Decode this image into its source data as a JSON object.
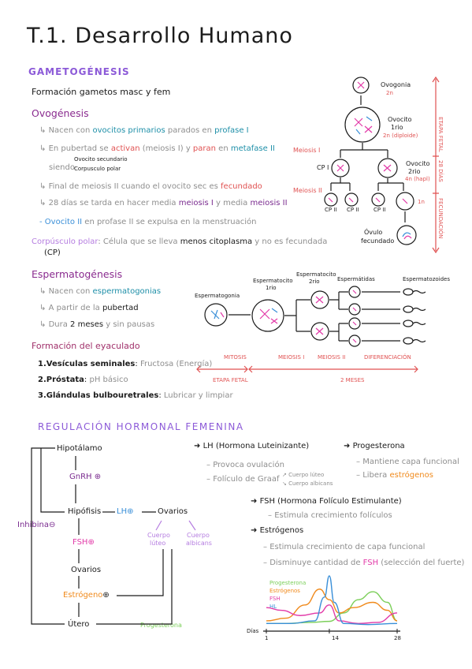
{
  "title": "T.1. Desarrollo Humano",
  "gametogenesis": {
    "heading": "GAMETOGÉNESIS",
    "intro": "Formación gametos masc y fem",
    "oogenesis": {
      "heading": "Ovogénesis",
      "line1": {
        "a": "Nacen con ",
        "b": "ovocitos primarios",
        "c": " parados en ",
        "d": "profase I"
      },
      "line2": {
        "a": "En pubertad se ",
        "b": "activan",
        "c": " (meiosis I) y ",
        "d": "paran",
        "e": " en ",
        "f": "metafase II"
      },
      "line2_branch1": "Ovocito secundario",
      "line2_branch2": "Corpusculo polar",
      "line2_siendo": "siendo",
      "line3": {
        "a": "Final de meiosis II cuando el ovocito sec es ",
        "b": "fecundado"
      },
      "line4": {
        "a": "28 días se tarda en hacer media ",
        "b": "meiosis I",
        "c": " y media ",
        "d": "meiosis II"
      },
      "line5": {
        "a": "Ovocito II",
        "b": " en profase II se expulsa en la menstruación"
      },
      "polar": {
        "a": "Corpúsculo polar",
        "b": ": Célula que se lleva ",
        "c": "menos citoplasma",
        "d": " y no es fecundada"
      },
      "polar_abbr": "(CP)"
    },
    "oogenesis_diagram": {
      "oogonia": "Ovogonia",
      "oogonia_n": "2n",
      "oocyte1": "Ovocito\n1rio",
      "oocyte1_label_a": "Ovocito",
      "oocyte1_label_b": "1rio",
      "oocyte1_n": "2n (diploide)",
      "meiosis1": "Meiosis I",
      "meiosis2": "Meiosis II",
      "cp1": "CP I",
      "oocyte2_a": "Ovocito",
      "oocyte2_b": "2rio",
      "oocyte2_n": "4n (hapl)",
      "cp2a": "CP II",
      "cp2b": "CP II",
      "cp2c": "CP II",
      "n1": "1n",
      "ovum_a": "Óvulo",
      "ovum_b": "fecundado",
      "stage_fetal": "ETAPA FETAL",
      "stage_28": "28 DÍAS",
      "stage_fec": "FECUNDACIÓN"
    },
    "spermatogenesis": {
      "heading": "Espermatogénesis",
      "line1": {
        "a": "Nacen con ",
        "b": "espermatogonias"
      },
      "line2": {
        "a": "A partir de la ",
        "b": "pubertad"
      },
      "line3": {
        "a": "Dura ",
        "b": "2 meses",
        "c": " y sin pausas"
      }
    },
    "sperm_diagram": {
      "spermatogonia": "Espermatogonia",
      "sc1_a": "Espermatocito",
      "sc1_b": "1rio",
      "sc2_a": "Espermatocito",
      "sc2_b": "2rio",
      "spermatids": "Espermátidas",
      "spermatozoa": "Espermatozoides",
      "mitosis": "MITOSIS",
      "meiosis1": "MEIOSIS I",
      "meiosis2": "MEIOSIS II",
      "differentiation": "DIFERENCIACIÓN",
      "stage_fetal": "ETAPA FETAL",
      "stage_2m": "2 MESES"
    },
    "ejaculate": {
      "heading": "Formación del eyaculado",
      "items": [
        {
          "num": "1.",
          "name": "Vesículas seminales",
          "colon": ": ",
          "desc": "Fructosa (Energía)"
        },
        {
          "num": "2.",
          "name": "Próstata",
          "colon": ": ",
          "desc": "pH básico"
        },
        {
          "num": "3.",
          "name": "Glándulas bulbouretrales",
          "colon": ": ",
          "desc": "Lubricar y limpiar"
        }
      ]
    }
  },
  "hormonal": {
    "heading": "REGULACIÓN HORMONAL FEMENINA",
    "flow": {
      "hypothalamus": "Hipotálamo",
      "gnrh": "GnRH",
      "pituitary": "Hipófisis",
      "lh": "LH",
      "ovaries_right": "Ovarios",
      "fsh": "FSH",
      "ovaries": "Ovarios",
      "estrogen": "Estrógeno",
      "uterus": "Útero",
      "inhibin": "Inhibina",
      "corpus_luteum_a": "Cuerpo",
      "corpus_luteum_b": "lúteo",
      "corpus_albicans_a": "Cuerpo",
      "corpus_albicans_b": "albicans",
      "progesterone": "Progesterona"
    },
    "lh_block": {
      "heading": "LH (Hormona Luteinizante)",
      "items": [
        "Provoca ovulación",
        "Folículo de Graaf"
      ],
      "graaf_a": "Cuerpo lúteo",
      "graaf_b": "Cuerpo albicans"
    },
    "prog_block": {
      "heading": "Progesterona",
      "items": [
        {
          "a": "Mantiene capa funcional",
          "b": ""
        },
        {
          "a": "Libera ",
          "b": "estrógenos"
        }
      ]
    },
    "fsh_block": {
      "heading": "FSH (Hormona Folículo Estimulante)",
      "items": [
        "Estimula crecimiento folículos"
      ]
    },
    "estro_block": {
      "heading": "Estrógenos",
      "items": [
        {
          "a": "Estimula crecimiento de capa funcional",
          "b": "",
          "c": ""
        },
        {
          "a": "Disminuye cantidad de ",
          "b": "FSH",
          "c": " (selección del fuerte)"
        }
      ]
    },
    "chart_labels": {
      "xlabel": "Días",
      "ticks": [
        "1",
        "14",
        "28"
      ],
      "legend": [
        "Progesterona",
        "Estrógenos",
        "FSH",
        "HL"
      ]
    }
  },
  "chart_data": {
    "type": "line",
    "xlabel": "Días",
    "x_ticks": [
      1,
      14,
      28
    ],
    "xlim": [
      1,
      28
    ],
    "series": [
      {
        "name": "Progesterona",
        "color": "#7ccf5a",
        "x": [
          1,
          5,
          10,
          14,
          17,
          20,
          23,
          26,
          28
        ],
        "y": [
          0.1,
          0.1,
          0.12,
          0.14,
          0.3,
          0.55,
          0.7,
          0.5,
          0.15
        ]
      },
      {
        "name": "Estrógenos",
        "color": "#f08a1c",
        "x": [
          1,
          5,
          9,
          12,
          14,
          16,
          19,
          23,
          26,
          28
        ],
        "y": [
          0.15,
          0.2,
          0.45,
          0.75,
          0.55,
          0.3,
          0.4,
          0.5,
          0.35,
          0.15
        ]
      },
      {
        "name": "FSH",
        "color": "#e23aa8",
        "x": [
          1,
          4,
          8,
          12,
          14,
          16,
          20,
          24,
          28
        ],
        "y": [
          0.4,
          0.35,
          0.25,
          0.3,
          0.45,
          0.15,
          0.1,
          0.12,
          0.3
        ]
      },
      {
        "name": "HL",
        "color": "#3a8fd8",
        "x": [
          1,
          6,
          11,
          13,
          14,
          15,
          17,
          22,
          28
        ],
        "y": [
          0.1,
          0.1,
          0.15,
          0.6,
          1.0,
          0.5,
          0.1,
          0.08,
          0.1
        ]
      }
    ],
    "legend": "top-left"
  },
  "colors": {
    "teal": "#1e8fa8",
    "red": "#e05252",
    "purple": "#7a2b8f",
    "lavender": "#8c5ad8",
    "orange": "#f08a1c",
    "pink": "#e23aa8",
    "green": "#7ccf5a",
    "blue": "#3a8fd8"
  }
}
